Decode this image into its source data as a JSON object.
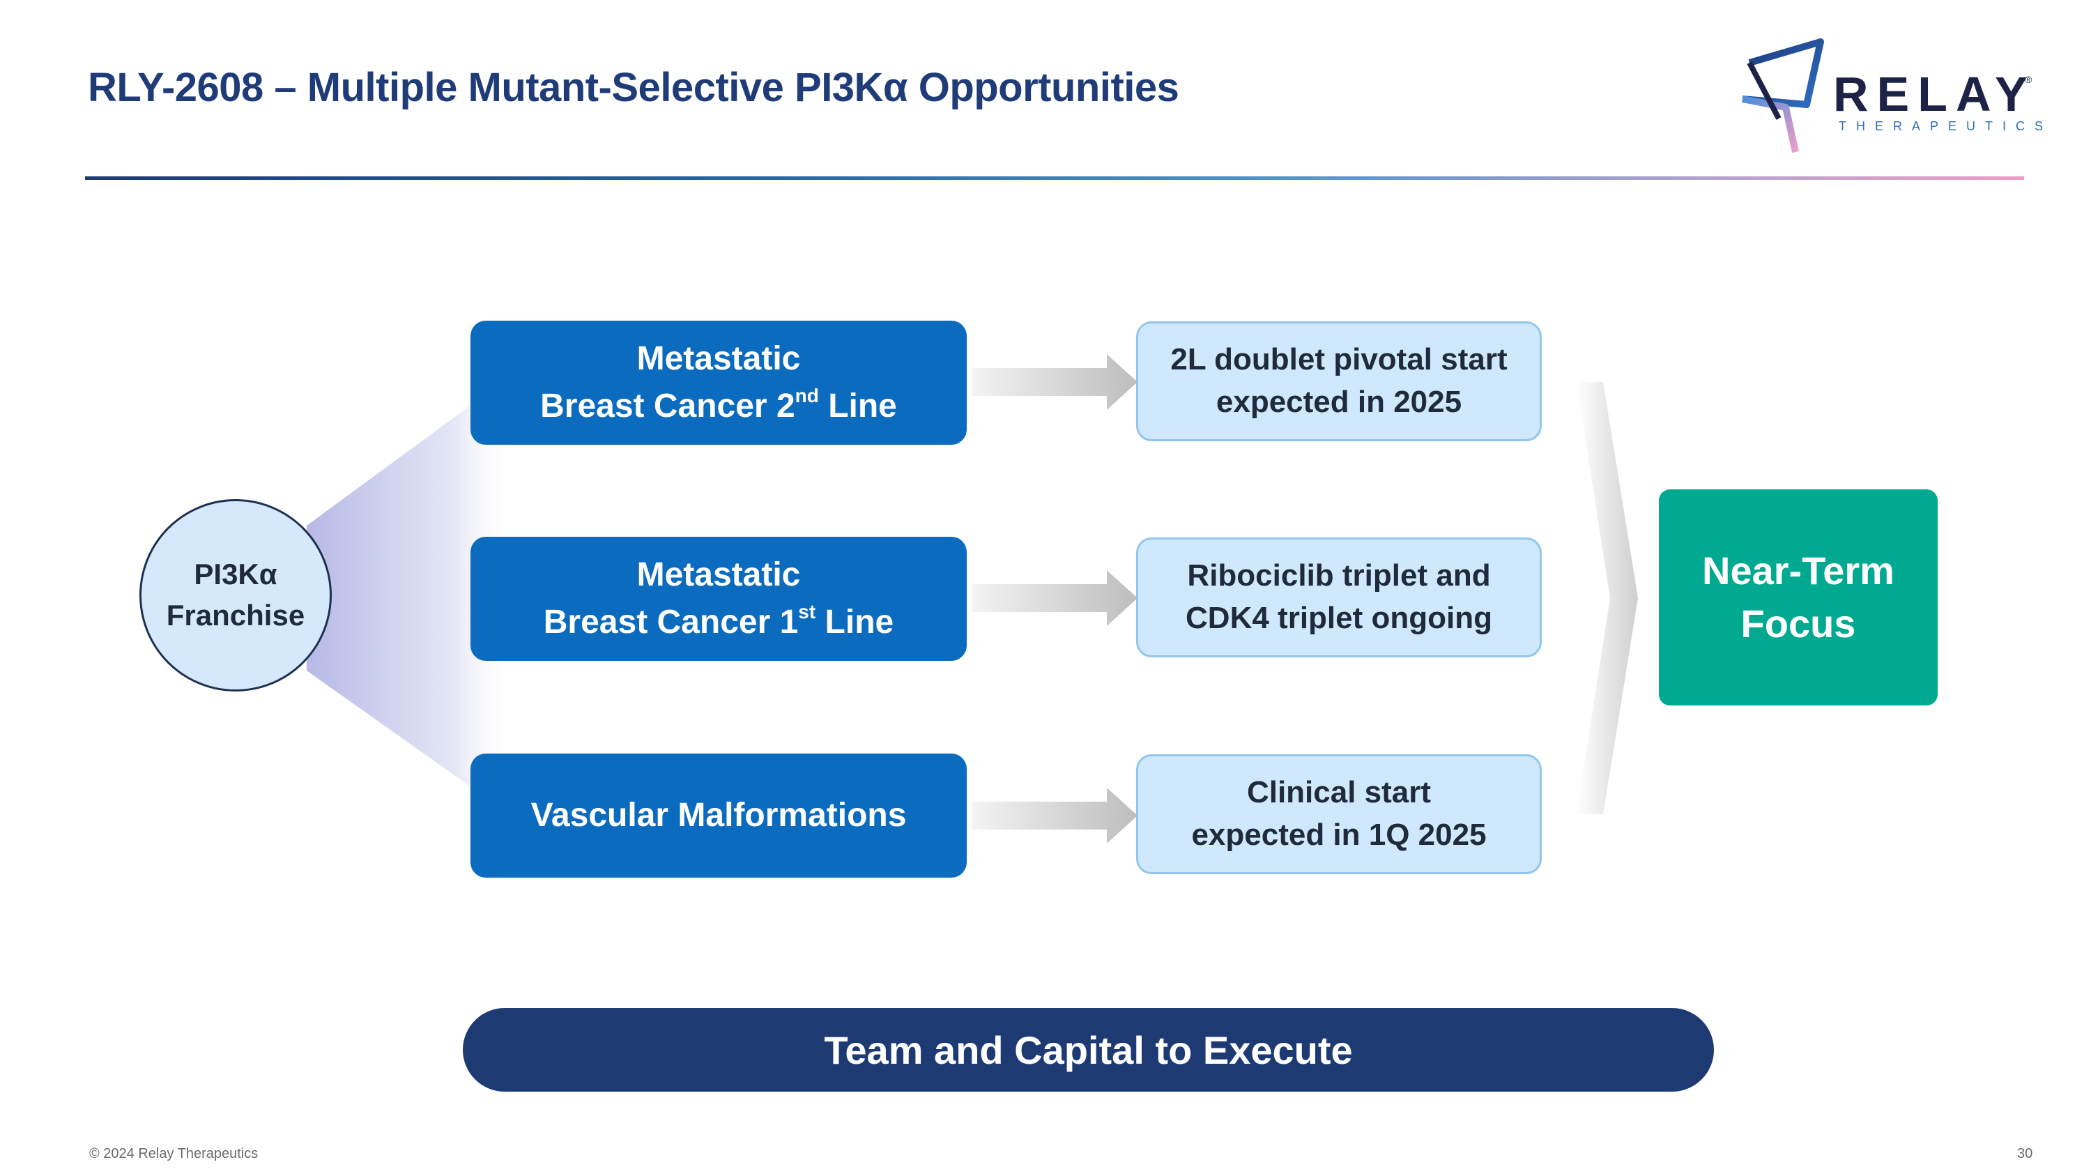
{
  "header": {
    "title": "RLY-2608 – Multiple Mutant-Selective PI3Kα Opportunities"
  },
  "logo": {
    "word": "RELAY",
    "registered": "®",
    "subtitle": "THERAPEUTICS"
  },
  "franchise": {
    "line1": "PI3Kα",
    "line2": "Franchise"
  },
  "indications": [
    {
      "line1": "Metastatic",
      "line2_pre": "Breast Cancer 2",
      "line2_sup": "nd",
      "line2_post": " Line"
    },
    {
      "line1": "Metastatic",
      "line2_pre": "Breast Cancer 1",
      "line2_sup": "st",
      "line2_post": " Line"
    },
    {
      "line1": "Vascular Malformations"
    }
  ],
  "milestones": [
    {
      "line1": "2L doublet pivotal start",
      "line2": "expected in 2025"
    },
    {
      "line1": "Ribociclib triplet and",
      "line2": "CDK4 triplet ongoing"
    },
    {
      "line1": "Clinical start",
      "line2": "expected in 1Q 2025"
    }
  ],
  "focus": {
    "line1": "Near-Term",
    "line2": "Focus"
  },
  "banner": {
    "text": "Team and Capital to Execute"
  },
  "footer": {
    "copyright": "© 2024 Relay Therapeutics",
    "page_number": "30"
  },
  "colors": {
    "title": "#1f3c78",
    "indication_box": "#0a6bbf",
    "milestone_box": "#cfe8fc",
    "milestone_border": "#93c6ec",
    "focus_box": "#00a98f",
    "banner": "#1d3a73",
    "franchise_circle": "#d6e9fc"
  }
}
